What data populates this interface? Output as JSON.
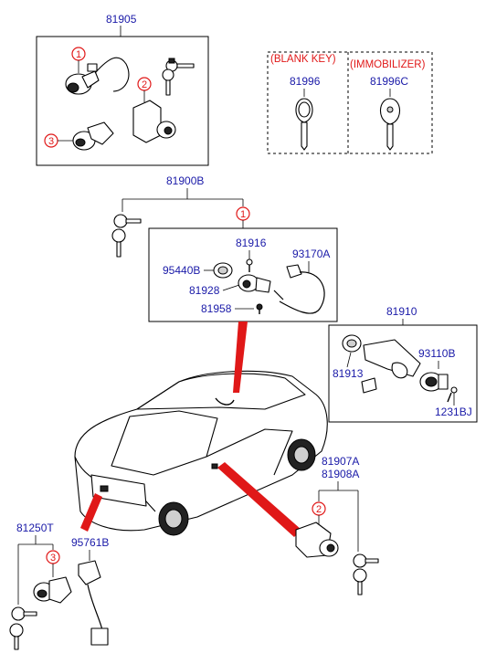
{
  "labels": {
    "p81905": "81905",
    "p81996": "81996",
    "p81996c": "81996C",
    "blank_key": "(BLANK KEY)",
    "immobilizer": "(IMMOBILIZER)",
    "p81900b": "81900B",
    "p81916": "81916",
    "p93170a": "93170A",
    "p95440b": "95440B",
    "p81928": "81928",
    "p81958": "81958",
    "p81910": "81910",
    "p81913": "81913",
    "p93110b": "93110B",
    "p1231bj": "1231BJ",
    "p81907a": "81907A",
    "p81908a": "81908A",
    "p81250t": "81250T",
    "p95761b": "95761B"
  },
  "callouts": {
    "c1a": "1",
    "c2a": "2",
    "c3a": "3",
    "c1b": "1",
    "c2b": "2",
    "c3b": "3"
  },
  "colors": {
    "part_number": "#1a1aa8",
    "callout": "#e01818",
    "leader_arrow": "#e01818",
    "line": "#000000"
  }
}
